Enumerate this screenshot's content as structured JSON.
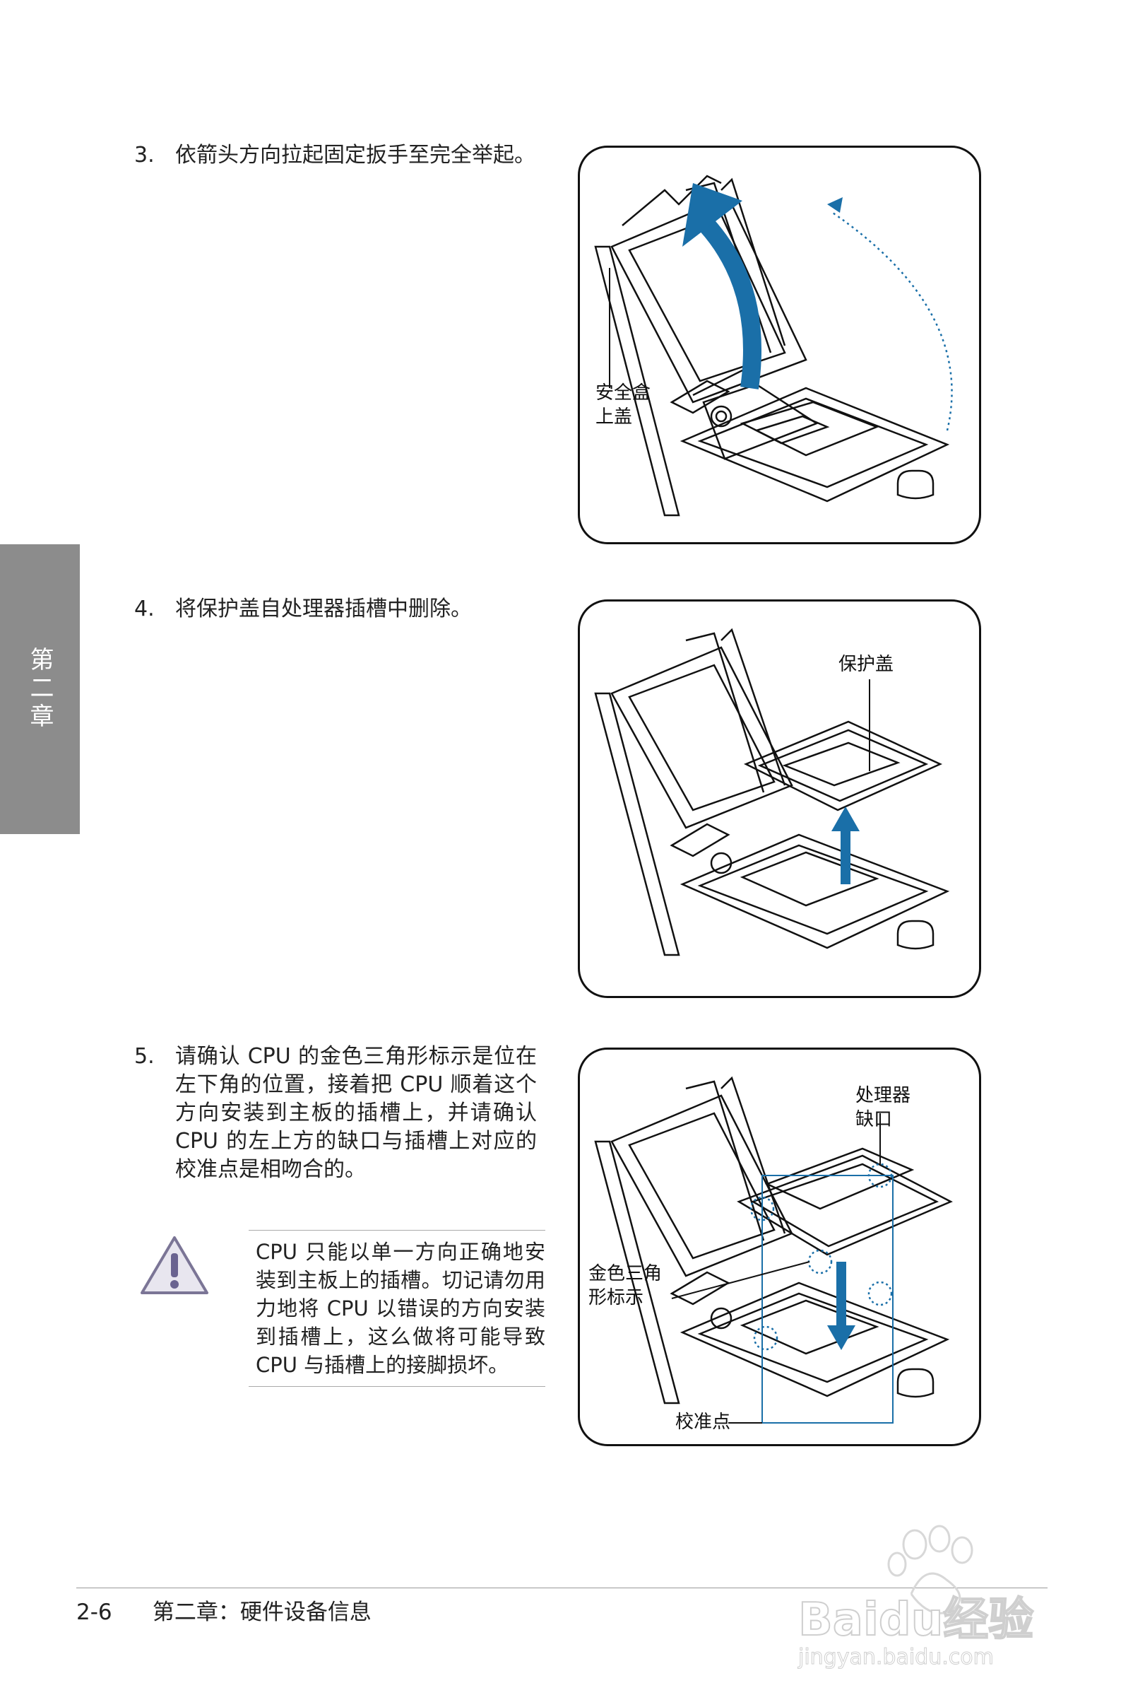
{
  "steps": [
    {
      "number": "3.",
      "text": "依箭头方向拉起固定扳手至完全举起。"
    },
    {
      "number": "4.",
      "text": "将保护盖自处理器插槽中删除。"
    },
    {
      "number": "5.",
      "text": "请确认 CPU 的金色三角形标示是位在左下角的位置，接着把 CPU 顺着这个方向安装到主板的插槽上，并请确认 CPU 的左上方的缺口与插槽上对应的校准点是相吻合的。"
    }
  ],
  "figures": {
    "fig1": {
      "callout": [
        "安全盒",
        "上盖"
      ]
    },
    "fig2": {
      "callout": "保护盖"
    },
    "fig3": {
      "notch": [
        "处理器",
        "缺口"
      ],
      "triangle": [
        "金色三角",
        "形标示"
      ],
      "key": "校准点"
    }
  },
  "note": {
    "text": "CPU 只能以单一方向正确地安装到主板上的插槽。切记请勿用力地将 CPU 以错误的方向安装到插槽上，这么做将可能导致 CPU 与插槽上的接脚损坏。",
    "icon": "warning-icon"
  },
  "side_tab": "第二章",
  "footer": {
    "page": "2-6",
    "title": "第二章：硬件设备信息"
  },
  "watermark": {
    "brand": "Bai",
    "brand2": "du",
    "suffix": "经验",
    "url": "jingyan.baidu.com"
  },
  "colors": {
    "accent": "#1a6fa8",
    "tab": "#8c8c8c"
  }
}
